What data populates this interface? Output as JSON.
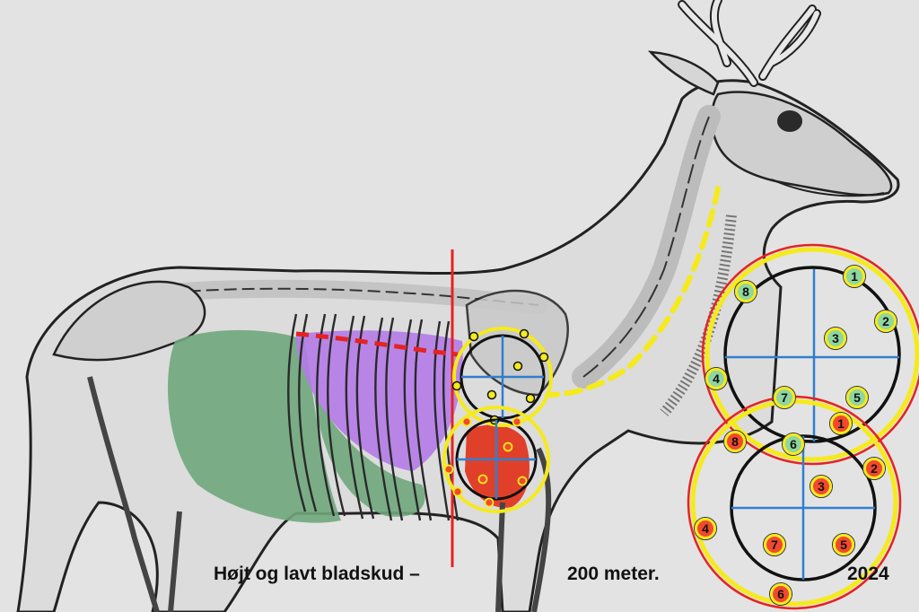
{
  "caption": {
    "left": "Højt og lavt bladskud –",
    "middle": "200 meter.",
    "year": "2024"
  },
  "colors": {
    "background": "#e3e3e3",
    "outline": "#111111",
    "stomach": "#6fa77c",
    "lungs": "#b47be8",
    "heart": "#e0402a",
    "crosshair": "#2f7fd0",
    "ring_yellow": "#f5ea1c",
    "ring_red": "#e52323",
    "marker_high": "#8fd6a0",
    "marker_low": "#f2492e"
  },
  "target_high": {
    "marker_labels": [
      "1",
      "2",
      "3",
      "4",
      "5",
      "6",
      "7",
      "8"
    ]
  },
  "target_low": {
    "marker_labels": [
      "1",
      "2",
      "3",
      "4",
      "5",
      "6",
      "7",
      "8"
    ]
  }
}
